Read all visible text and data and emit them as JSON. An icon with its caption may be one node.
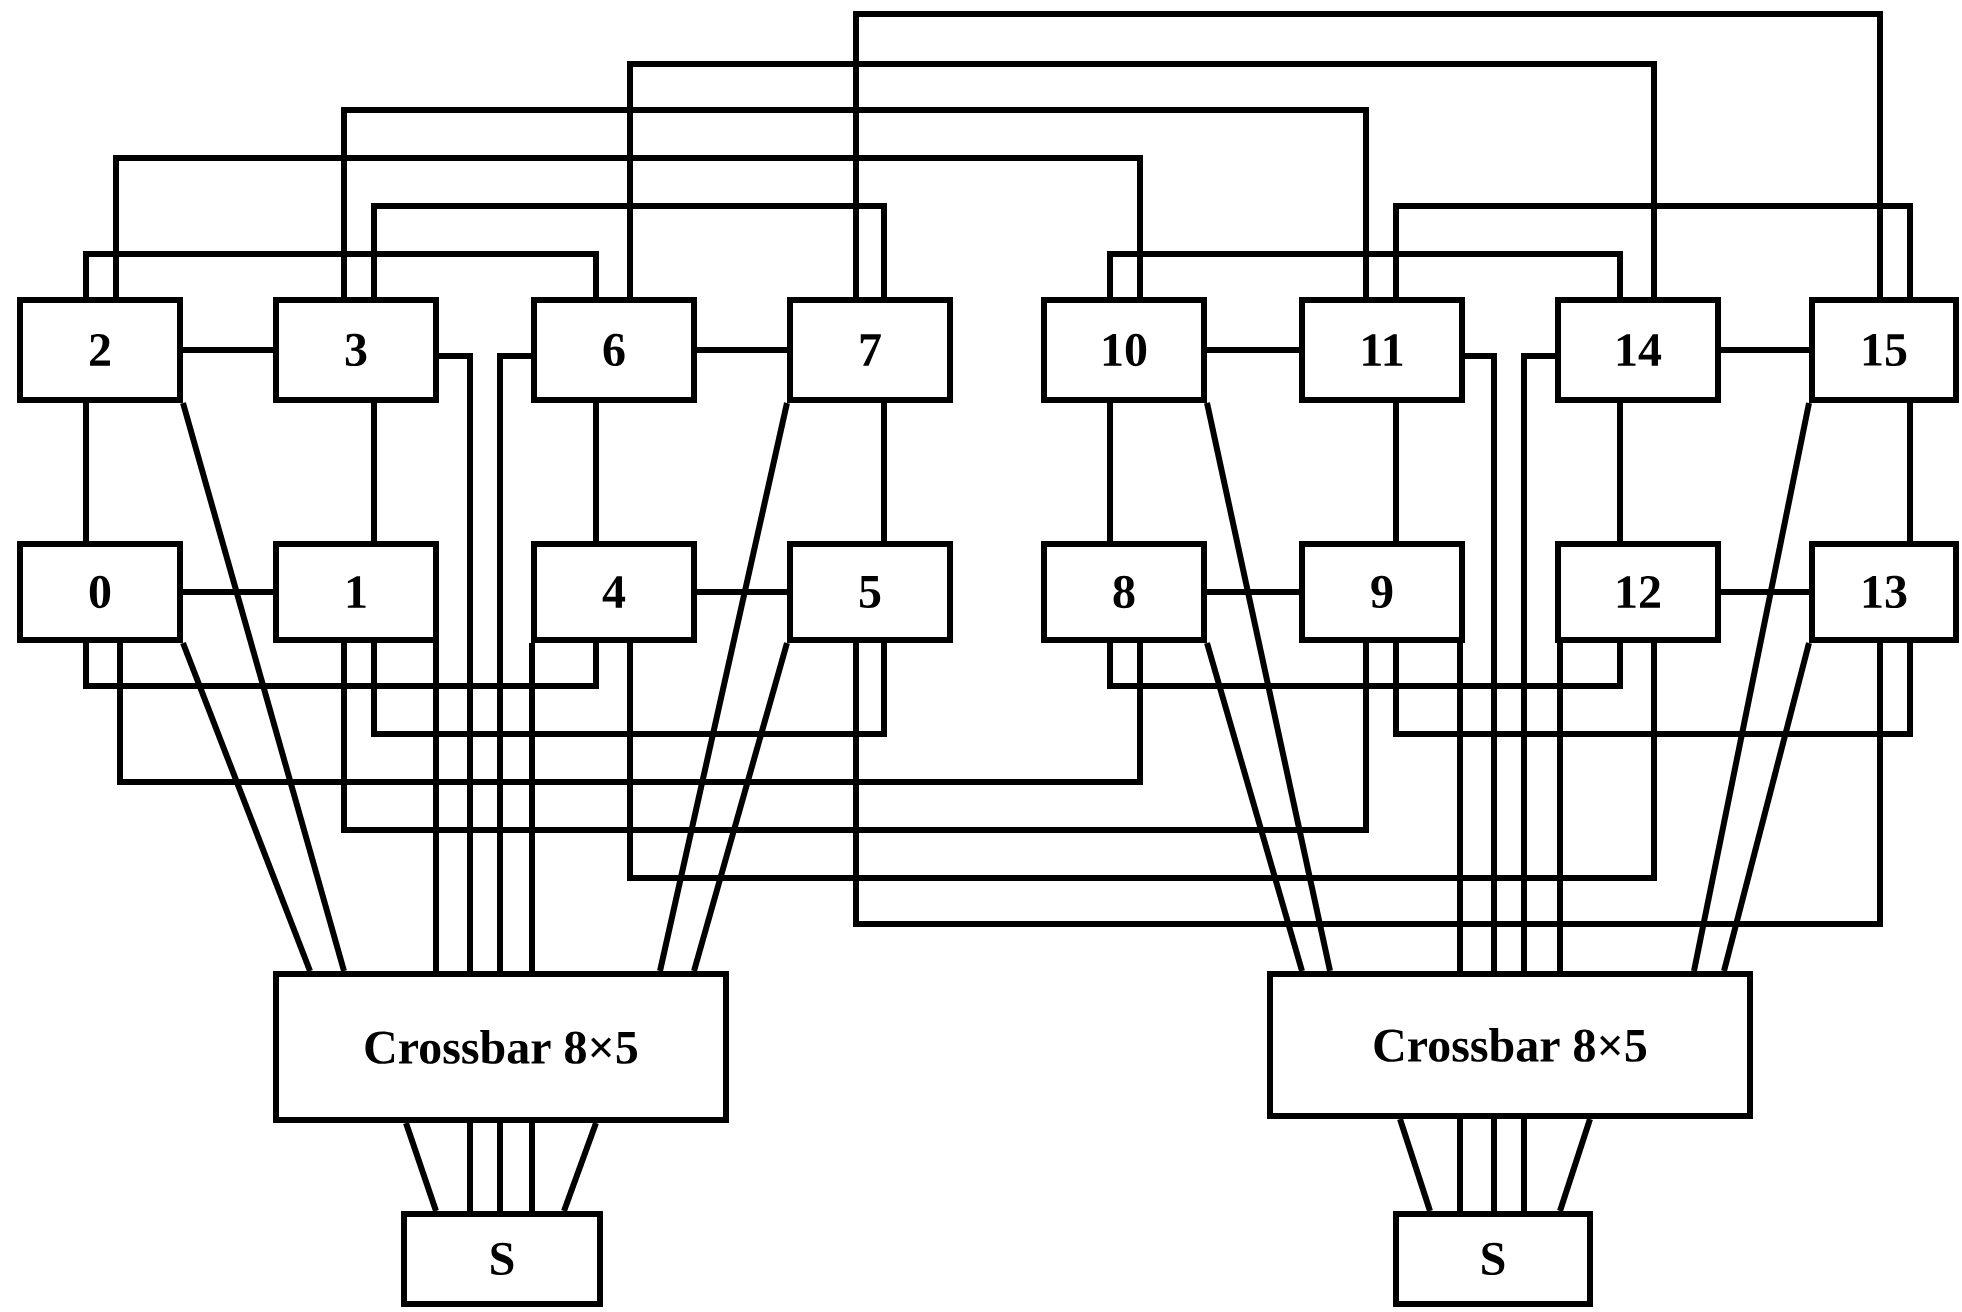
{
  "diagram": {
    "nodes": [
      {
        "text": [
          "2"
        ]
      },
      {
        "text": [
          "3"
        ]
      },
      {
        "text": [
          "6"
        ]
      },
      {
        "text": [
          "7"
        ]
      },
      {
        "text": [
          "10"
        ]
      },
      {
        "text": [
          "11"
        ]
      },
      {
        "text": [
          "14"
        ]
      },
      {
        "text": [
          "15"
        ]
      },
      {
        "text": [
          "0"
        ]
      },
      {
        "text": [
          "1"
        ]
      },
      {
        "text": [
          "4"
        ]
      },
      {
        "text": [
          "5"
        ]
      },
      {
        "text": [
          "8"
        ]
      },
      {
        "text": [
          "9"
        ]
      },
      {
        "text": [
          "12"
        ]
      },
      {
        "text": [
          "13"
        ]
      },
      {
        "text": [
          "Crossbar 8×5"
        ]
      },
      {
        "text": [
          "Crossbar 8×5"
        ]
      },
      {
        "text": [
          "S"
        ]
      },
      {
        "text": [
          "S"
        ]
      }
    ],
    "edges": [
      {
        "from": 0,
        "to": 1,
        "arrow": "none"
      },
      {
        "from": 2,
        "to": 3,
        "arrow": "none"
      },
      {
        "from": 4,
        "to": 5,
        "arrow": "none"
      },
      {
        "from": 6,
        "to": 7,
        "arrow": "none"
      },
      {
        "from": 8,
        "to": 9,
        "arrow": "none"
      },
      {
        "from": 10,
        "to": 11,
        "arrow": "none"
      },
      {
        "from": 12,
        "to": 13,
        "arrow": "none"
      },
      {
        "from": 14,
        "to": 15,
        "arrow": "none"
      },
      {
        "from": 0,
        "to": 8,
        "arrow": "none"
      },
      {
        "from": 1,
        "to": 9,
        "arrow": "none"
      },
      {
        "from": 2,
        "to": 10,
        "arrow": "none"
      },
      {
        "from": 3,
        "to": 11,
        "arrow": "none"
      },
      {
        "from": 4,
        "to": 12,
        "arrow": "none"
      },
      {
        "from": 5,
        "to": 13,
        "arrow": "none"
      },
      {
        "from": 6,
        "to": 14,
        "arrow": "none"
      },
      {
        "from": 7,
        "to": 15,
        "arrow": "none"
      },
      {
        "from": 0,
        "to": 2,
        "arrow": "none"
      },
      {
        "from": 1,
        "to": 3,
        "arrow": "none"
      },
      {
        "from": 4,
        "to": 6,
        "arrow": "none"
      },
      {
        "from": 5,
        "to": 7,
        "arrow": "none"
      },
      {
        "from": 8,
        "to": 10,
        "arrow": "none"
      },
      {
        "from": 9,
        "to": 11,
        "arrow": "none"
      },
      {
        "from": 12,
        "to": 14,
        "arrow": "none"
      },
      {
        "from": 13,
        "to": 15,
        "arrow": "none"
      },
      {
        "from": 0,
        "to": 4,
        "arrow": "none"
      },
      {
        "from": 1,
        "to": 5,
        "arrow": "none"
      },
      {
        "from": 2,
        "to": 6,
        "arrow": "none"
      },
      {
        "from": 3,
        "to": 7,
        "arrow": "none"
      },
      {
        "from": 8,
        "to": 12,
        "arrow": "none"
      },
      {
        "from": 9,
        "to": 13,
        "arrow": "none"
      },
      {
        "from": 10,
        "to": 14,
        "arrow": "none"
      },
      {
        "from": 11,
        "to": 15,
        "arrow": "none"
      },
      {
        "from": 8,
        "to": 16,
        "arrow": "none"
      },
      {
        "from": 0,
        "to": 16,
        "arrow": "none"
      },
      {
        "from": 9,
        "to": 16,
        "arrow": "none"
      },
      {
        "from": 1,
        "to": 16,
        "arrow": "none"
      },
      {
        "from": 2,
        "to": 16,
        "arrow": "none"
      },
      {
        "from": 10,
        "to": 16,
        "arrow": "none"
      },
      {
        "from": 3,
        "to": 16,
        "arrow": "none"
      },
      {
        "from": 11,
        "to": 16,
        "arrow": "none"
      },
      {
        "from": 12,
        "to": 17,
        "arrow": "none"
      },
      {
        "from": 4,
        "to": 17,
        "arrow": "none"
      },
      {
        "from": 13,
        "to": 17,
        "arrow": "none"
      },
      {
        "from": 5,
        "to": 17,
        "arrow": "none"
      },
      {
        "from": 6,
        "to": 17,
        "arrow": "none"
      },
      {
        "from": 14,
        "to": 17,
        "arrow": "none"
      },
      {
        "from": 7,
        "to": 17,
        "arrow": "none"
      },
      {
        "from": 15,
        "to": 17,
        "arrow": "none"
      },
      {
        "from": 16,
        "to": 18,
        "arrow": "none"
      },
      {
        "from": 16,
        "to": 18,
        "arrow": "none"
      },
      {
        "from": 16,
        "to": 18,
        "arrow": "none"
      },
      {
        "from": 16,
        "to": 18,
        "arrow": "none"
      },
      {
        "from": 16,
        "to": 18,
        "arrow": "none"
      },
      {
        "from": 17,
        "to": 19,
        "arrow": "none"
      },
      {
        "from": 17,
        "to": 19,
        "arrow": "none"
      },
      {
        "from": 17,
        "to": 19,
        "arrow": "none"
      },
      {
        "from": 17,
        "to": 19,
        "arrow": "none"
      },
      {
        "from": 17,
        "to": 19,
        "arrow": "none"
      }
    ]
  }
}
